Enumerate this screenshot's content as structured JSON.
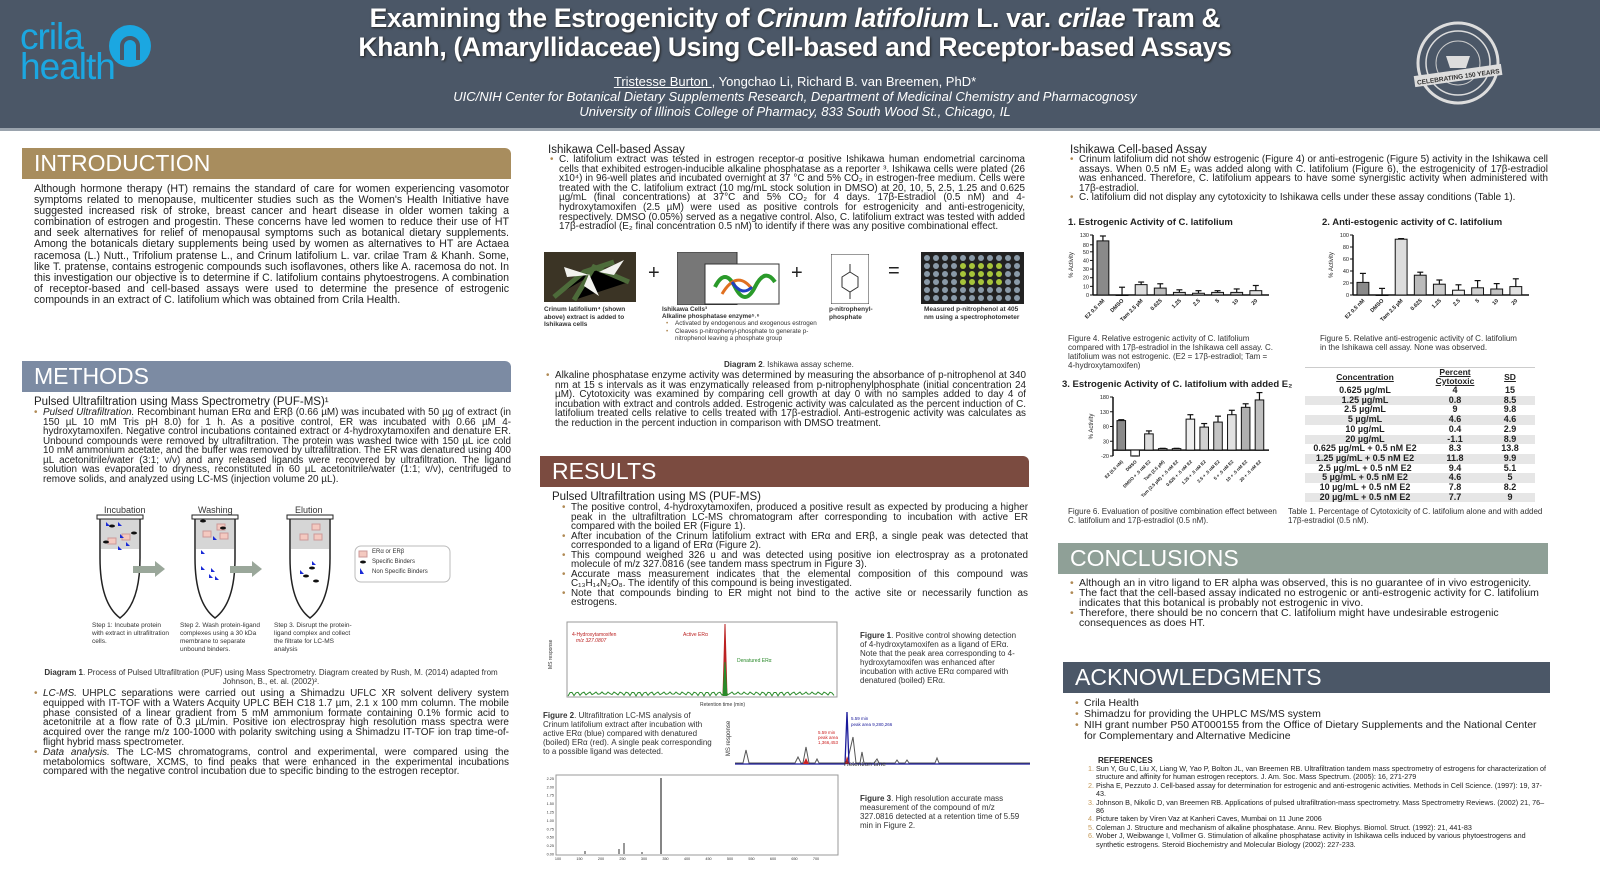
{
  "header": {
    "title_1a": "Examining the Estrogenicity of ",
    "title_1b": "Crinum latifolium",
    "title_1c": " L. var. ",
    "title_1d": "crilae",
    "title_1e": " Tram &",
    "title_2": "Khanh, (Amaryllidaceae) Using Cell-based and Receptor-based Assays",
    "author_presenting": "Tristesse Burton ",
    "authors_rest": ", Yongchao Li, Richard B. van Breemen, PhD*",
    "affiliation_1": "UIC/NIH Center for Botanical Dietary Supplements Research, Department of Medicinal Chemistry and Pharmacognosy",
    "affiliation_2": "University of Illinois College of Pharmacy, 833 South Wood St., Chicago, IL",
    "logo_line1": "crila",
    "logo_line2": "health",
    "seal_text": "CELEBRATING 150 YEARS"
  },
  "colors": {
    "header": "#4b5767",
    "intro": "#a88d5e",
    "methods": "#7c8ba3",
    "results": "#7b4b40",
    "conclusions": "#8fa097",
    "ack": "#4b5767",
    "logo": "#1ba7e1"
  },
  "introduction": {
    "heading": "INTRODUCTION",
    "text": "Although hormone therapy (HT) remains the standard of care for women experiencing vasomotor symptoms related to menopause, multicenter studies such as the Women's Health Initiative have suggested increased risk of stroke, breast cancer and heart disease in older women taking a combination of estrogen and progestin. These concerns have led women to reduce their use of HT and seek alternatives for relief of menopausal symptoms such as botanical dietary supplements. Among the botanicals dietary supplements being used by women as alternatives to HT are Actaea racemosa (L.) Nutt., Trifolium pratense L., and Crinum latifolium L. var. crilae Tram & Khanh. Some, like T. pratense, contains estrogenic compounds such isoflavones, others like A. racemosa do not. In this investigation our objective is to determine if C. latifolium contains phytoestrogens. A combination of receptor-based and cell-based assays were used to determine the presence of estrogenic compounds in an extract of C. latifolium which was obtained from Crila Health."
  },
  "methods": {
    "heading": "METHODS",
    "puf_heading": "Pulsed Ultrafiltration using Mass Spectrometry (PUF-MS)¹",
    "puf_label": "Pulsed Ultrafiltration.",
    "puf_text": " Recombinant human ERα and ERβ (0.66 µM) was incubated with 50 µg of extract (in 150 µL 10 mM Tris pH 8.0) for 1 h. As a positive control, ER was incubated with 0.66 µM 4-hydroxytamoxifen. Negative control incubations contained extract or 4-hydroxytamoxifen and denature ER. Unbound compounds were removed by ultrafiltration. The protein was washed twice with 150 µL ice cold 10 mM ammonium acetate, and the buffer was removed by ultrafiltration. The ER was denatured using 400 µL acetonitrile/water (3:1; v/v) and any released ligands were recovered by ultrafiltration. The ligand solution was evaporated to dryness, reconstituted in 60 µL acetonitrile/water (1:1; v/v), centrifuged to remove solids, and analyzed using LC-MS (injection volume 20 µL).",
    "diagram1": {
      "steps": [
        {
          "title": "Incubation",
          "caption": "Step 1: Incubate protein with extract in ultrafiltration cells."
        },
        {
          "title": "Washing",
          "caption": "Step 2. Wash protein-ligand complexes using a 30 kDa membrane to separate unbound binders."
        },
        {
          "title": "Elution",
          "caption": "Step 3. Disrupt the protein-ligand complex and collect the filtrate for LC-MS analysis"
        }
      ],
      "legend": [
        "ERα or ERβ",
        "Specific Binders",
        "Non Specific Binders"
      ],
      "caption_label": "Diagram 1",
      "caption": ". Process of Pulsed Ultrafiltration (PUF) using Mass Spectrometry. Diagram created by Rush, M. (2014) adapted from Johnson, B., et. al. (2002)².",
      "colors": {
        "protein": "#f4c9c0",
        "specific": "#111111",
        "nonspecific": "#1a2bd6"
      }
    },
    "lcms_label": "LC-MS.",
    "lcms_text": " UHPLC separations were carried out using a Shimadzu UFLC XR solvent delivery system equipped with IT-TOF with a Waters Acquity UPLC BEH C18 1.7 µm, 2.1 x 100 mm column. The mobile phase consisted of a linear gradient from 5 mM ammonium formate containing 0.1% formic acid to acetonitrile at a flow rate of 0.3 µL/min. Positive ion electrospray high resolution mass spectra were acquired over the range m/z 100-1000 with polarity switching using a Shimadzu IT-TOF ion trap time-of-flight hybrid mass spectrometer.",
    "data_label": "Data analysis.",
    "data_text": " The LC-MS chromatograms, control and experimental, were compared using the metabolomics software, XCMS, to find peaks that were enhanced in the experimental incubations compared with the negative control incubation due to specific binding to the estrogen receptor."
  },
  "ishikawa_method": {
    "heading": "Ishikawa Cell-based Assay",
    "text1": "C. latifolium extract was tested in estrogen receptor-α positive Ishikawa human endometrial carcinoma cells that exhibited estrogen-inducible alkaline phosphatase as a reporter ³. Ishikawa cells were plated (26 x10⁴) in 96-well plates and incubated overnight at 37 °C and 5% CO₂ in estrogen-free medium. Cells were treated with the C. latifolium extract (10 mg/mL stock solution in DMSO) at 20, 10, 5, 2.5, 1.25 and 0.625 µg/mL (final concentrations) at 37°C and 5% CO₂ for 4 days. 17β-Estradiol (0.5 nM) and 4-hydroxytamoxifen (2.5 µM) were used as positive controls for estrogenicity and anti-estrogenicity, respectively. DMSO (0.05%) served as a negative control. Also, C. latifolium extract was tested with added 17β-estradiol (E₂ final concentration 0.5 nM) to identify if there was any positive combinational effect.",
    "diagram2": {
      "plant_caption": "Crinum latifolium⁴ (shown above) extract is added to Ishikawa cells",
      "cells_caption_1": "Ishikawa Cells³",
      "cells_caption_2": "Alkaline phosphatase enzyme⁵˒⁶",
      "cells_bullets": [
        "Activated by endogenous and exogenous estrogen",
        "Cleaves p-nitrophenyl-phosphate to generate p-nitrophenol leaving a phosphate group"
      ],
      "substrate_caption": "p-nitrophenyl-phosphate",
      "plate_caption": "Measured p-nitrophenol at 405 nm using a spectrophotometer",
      "plus": "+",
      "equals": "=",
      "caption_label": "Diagram 2",
      "caption": ". Ishikawa assay scheme."
    },
    "text2": "Alkaline phosphatase enzyme activity was determined by measuring the absorbance of p-nitrophenol at 340 nm at 15 s intervals as it was enzymatically released from p-nitrophenylphosphate (initial concentration 24 µM). Cytotoxicity was examined by comparing cell growth at day 0 with no samples added to day 4 of incubation with extract and controls added. Estrogenic activity was calculated as the percent induction of C. latifolium treated cells relative to cells treated with 17β-estradiol. Anti-estrogenic activity was calculates as the reduction in the percent induction in comparison with DMSO treatment."
  },
  "results": {
    "heading": "RESULTS",
    "puf_heading": "Pulsed Ultrafiltration using MS (PUF-MS)",
    "bullets": [
      "The positive control, 4-hydroxytamoxifen, produced a positive result as expected by producing a higher peak in the ultrafiltration LC-MS chromatogram after corresponding to incubation with active ER compared with the boiled ER (Figure 1).",
      "After incubation of the Crinum latifolium extract with ERα and ERβ, a single peak was detected that corresponded to a ligand of ERα (Figure 2).",
      "This compound weighed 326 u and was detected using positive ion electrospray as a protonated molecule of m/z 327.0816 (see tandem mass spectrum in Figure 3).",
      "Accurate mass measurement indicates that the elemental composition of this compound was C₁₃H₁₄N₂O₈. The identify of this compound is being investigated.",
      "Note that compounds binding to ER might not bind to the active site or necessarily function as estrogens."
    ],
    "fig1": {
      "label_compound": "4-Hydroxytamoxifen",
      "label_mz": "m/z 327.0807",
      "label_active": "Active ERα",
      "label_denatured": "Denatured ERα",
      "xlabel": "Retention time (min)",
      "ylabel": "MS response",
      "caption_label": "Figure 1",
      "caption": ". Positive control showing detection of 4-hydroxytamoxifen as a ligand of ERα. Note that the peak area corresponding to 4-hydroxytamoxifen was enhanced after incubation with active ERα compared with denatured (boiled) ERα."
    },
    "fig2": {
      "label_active_1": "5.59 min",
      "label_active_2": "peak area 9,280,266",
      "label_denat_1": "5.59 min",
      "label_denat_2": "peak area",
      "label_denat_3": "1,366,453",
      "xlabel": "Retention time",
      "ylabel": "MS response",
      "caption_label": "Figure 2",
      "caption": ". Ultrafiltration LC-MS analysis of Crinum latifolium extract after incubation with active ERα (blue) compared with denatured (boiled) ERα (red). A single peak corresponding to a possible ligand was detected."
    },
    "fig3": {
      "yticks": [
        "0.00",
        "0.25",
        "0.50",
        "0.75",
        "1.00",
        "1.25",
        "1.50",
        "1.75",
        "2.00",
        "2.25"
      ],
      "xticks": [
        "100",
        "150",
        "200",
        "250",
        "300",
        "350",
        "400",
        "450",
        "500",
        "550",
        "600",
        "650",
        "700"
      ],
      "caption_label": "Figure 3",
      "caption": ". High resolution accurate mass measurement of the compound of m/z 327.0816 detected at a retention time of 5.59 min in Figure 2."
    }
  },
  "ishikawa_results": {
    "heading": "Ishikawa Cell-based Assay",
    "bullets": [
      "Crinum latifolium did not show estrogenic (Figure 4) or anti-estrogenic (Figure 5) activity in the Ishikawa cell assays. When 0.5 nM E₂ was added along with C. latifolium (Figure 6), the estrogenicity of 17β-estradiol was enhanced. Therefore, C. latifolium appears to have some synergistic activity when administered with 17β-estradiol.",
      "C. latifolium did not display any cytotoxicity to Ishikawa cells under these assay conditions (Table 1)."
    ],
    "fig4_caption": "Figure 4. Relative estrogenic activity of C. latifolium compared with 17β-estradiol in the Ishikawa cell assay. C. latifolium was not estrogenic. (E2 = 17β-estradiol; Tam = 4-hydroxytamoxifen)",
    "fig5_caption": "Figure 5. Relative anti-estrogenic activity of C. latifolium in the Ishikawa cell assay. None was observed.",
    "fig6_caption": "Figure 6. Evaluation of positive combination effect between C. latifolium and 17β-estradiol (0.5 nM).",
    "table1": {
      "headers": [
        "Concentration",
        "Percent Cytotoxic",
        "SD"
      ],
      "rows": [
        [
          "0.625 µg/mL",
          "4",
          "15"
        ],
        [
          "1.25 µg/mL",
          "0.8",
          "8.5"
        ],
        [
          "2.5 µg/mL",
          "9",
          "9.8"
        ],
        [
          "5 µg/mL",
          "4.6",
          "4.6"
        ],
        [
          "10 µg/mL",
          "0.4",
          "2.9"
        ],
        [
          "20 µg/mL",
          "-1.1",
          "8.9"
        ],
        [
          "0.625 µg/mL + 0.5 nM E2",
          "8.3",
          "13.8"
        ],
        [
          "1.25 µg/mL + 0.5 nM E2",
          "11.8",
          "9.9"
        ],
        [
          "2.5 µg/mL + 0.5 nM E2",
          "9.4",
          "5.1"
        ],
        [
          "5 µg/mL + 0.5 nM E2",
          "4.6",
          "5"
        ],
        [
          "10 µg/mL + 0.5 nM E2",
          "7.8",
          "8.2"
        ],
        [
          "20 µg/mL + 0.5 nM E2",
          "7.7",
          "9"
        ]
      ],
      "caption": "Table 1. Percentage of Cytotoxicity of C. latifolium alone and with added 17β-estradiol (0.5 nM)."
    }
  },
  "chart_data": [
    {
      "id": "fig4",
      "type": "bar",
      "title": "1. Estrogenic Activity of C. latifolium",
      "ylabel": "% Activity",
      "xlabel": "",
      "categories": [
        "E2 0.5 nM",
        "DMSO",
        "Tam 2.5 µM",
        "0.625",
        "1.25",
        "2.5",
        "5",
        "10",
        "20"
      ],
      "values": [
        100,
        0,
        12,
        8,
        3,
        2,
        3,
        3,
        5
      ],
      "errors": [
        25,
        9,
        3,
        5,
        3,
        3,
        2,
        4,
        6
      ],
      "ylim": [
        0,
        130
      ],
      "yticks": [
        0,
        10,
        20,
        30,
        40,
        50,
        80,
        130
      ],
      "axis_break": [
        50,
        80
      ]
    },
    {
      "id": "fig5",
      "type": "bar",
      "title": "2. Anti-estogenic activity of C. latifolium",
      "ylabel": "% Activity",
      "xlabel": "",
      "categories": [
        "E2 0.5 nM",
        "DMSO",
        "Tam 2.5 µM",
        "0.625",
        "1.25",
        "2.5",
        "5",
        "10",
        "20"
      ],
      "values": [
        21,
        0,
        93,
        33,
        18,
        8,
        12,
        10,
        14
      ],
      "errors": [
        15,
        11,
        1,
        5,
        7,
        9,
        12,
        9,
        13
      ],
      "ylim": [
        0,
        100
      ],
      "yticks": [
        0,
        20,
        40,
        60,
        80,
        100
      ]
    },
    {
      "id": "fig6",
      "type": "bar",
      "title": "3. Estrogenic Activity of C. latifolium with added E₂",
      "ylabel": "% Activity",
      "xlabel": "",
      "categories": [
        "E2 (0.5 nM)",
        "DMSO",
        "DMSO + .5 nM E2",
        "Tam (2.5 µM)",
        "Tam (2.5 µM) + .5 nM E2",
        "0.625 + .5 nM E2",
        "1.25 + .5 nM E2",
        "2.5 + .5 nM E2",
        "5 + .5 nM E2",
        "10 + .5 nM E2",
        "20 + .5 nM E2"
      ],
      "values": [
        100,
        -20,
        55,
        5,
        5,
        105,
        78,
        95,
        120,
        145,
        170
      ],
      "errors": [
        3,
        0,
        10,
        1,
        1,
        15,
        12,
        20,
        15,
        12,
        25
      ],
      "ylim": [
        -20,
        180
      ],
      "yticks": [
        -20,
        30,
        80,
        130,
        180
      ]
    }
  ],
  "conclusions": {
    "heading": "CONCLUSIONS",
    "bullets": [
      "Although an in vitro ligand to ER alpha was observed, this is no guarantee of in vivo estrogenicity.",
      "The fact that the cell-based assay indicated no estrogenic or anti-estrogenic activity for C. latifolium indicates that this botanical is probably not estrogenic in vivo.",
      "Therefore, there should be no concern that C. latifolium might have undesirable estrogenic consequences as does HT."
    ]
  },
  "acknowledgments": {
    "heading": "ACKNOWLEDGMENTS",
    "bullets": [
      "Crila Health",
      "Shimadzu for providing the UHPLC MS/MS system",
      "NIH grant number P50 AT000155 from the Office of Dietary Supplements and the National Center for Complementary and Alternative Medicine"
    ]
  },
  "references": {
    "heading": "REFERENCES",
    "items": [
      "Sun Y, Gu C, Liu X, Liang W, Yao P, Bolton JL, van Breemen RB. Ultrafiltration tandem mass spectrometry of estrogens for characterization of structure and affinity for human estrogen receptors. J. Am. Soc. Mass Spectrum. (2005): 16, 271-279",
      "Pisha E, Pezzuto J. Cell-based assay for determination for estrogenic and anti-estrogenic activities. Methods in Cell Science. (1997): 19, 37-43.",
      "Johnson B, Nikolic D, van Breemen RB. Applications of pulsed ultrafiltration-mass spectrometry. Mass Spectrometry Reviews. (2002) 21, 76–86",
      "Picture taken by Viren Vaz at Kanheri Caves, Mumbai on 11 June 2006",
      "Coleman J. Structure and mechanism of alkaline phosphatase. Annu. Rev. Biophys. Biomol. Struct. (1992): 21, 441-83",
      "Wober J, Weibwange I, Vollmer G. Stimulation of alkaline phosphatase activity in Ishikawa cells induced by various phytoestrogens and synthetic estrogens. Steroid Biochemistry and Molecular Biology (2002): 227-233."
    ]
  }
}
